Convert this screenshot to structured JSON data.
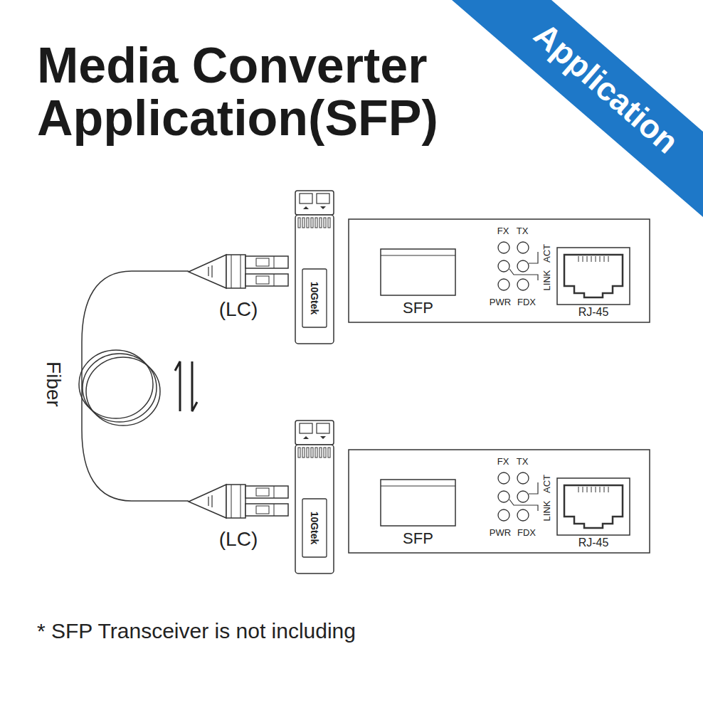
{
  "diagram": {
    "title": "Media Converter Application(SFP)",
    "nodes": [
      {
        "text": [
          "(LC)"
        ]
      },
      {
        "text": [
          "10Gtek"
        ]
      },
      {
        "text": [
          "FX",
          "TX",
          "ACT",
          "LINK",
          "PWR",
          "FDX"
        ]
      },
      {
        "text": [
          "SFP"
        ],
        "in": 2
      },
      {
        "text": [
          "RJ-45"
        ],
        "in": 2
      },
      {
        "text": [
          "(LC)"
        ]
      },
      {
        "text": [
          "10Gtek"
        ]
      },
      {
        "text": [
          "FX",
          "TX",
          "ACT",
          "LINK",
          "PWR",
          "FDX"
        ]
      },
      {
        "text": [
          "SFP"
        ],
        "in": 7
      },
      {
        "text": [
          "RJ-45"
        ],
        "in": 7
      }
    ],
    "edges": [
      {
        "from": 0,
        "to": 5,
        "arrow": "none",
        "label": "Fiber"
      }
    ],
    "labels": [
      "Application",
      "* SFP Transceiver is not including"
    ]
  }
}
